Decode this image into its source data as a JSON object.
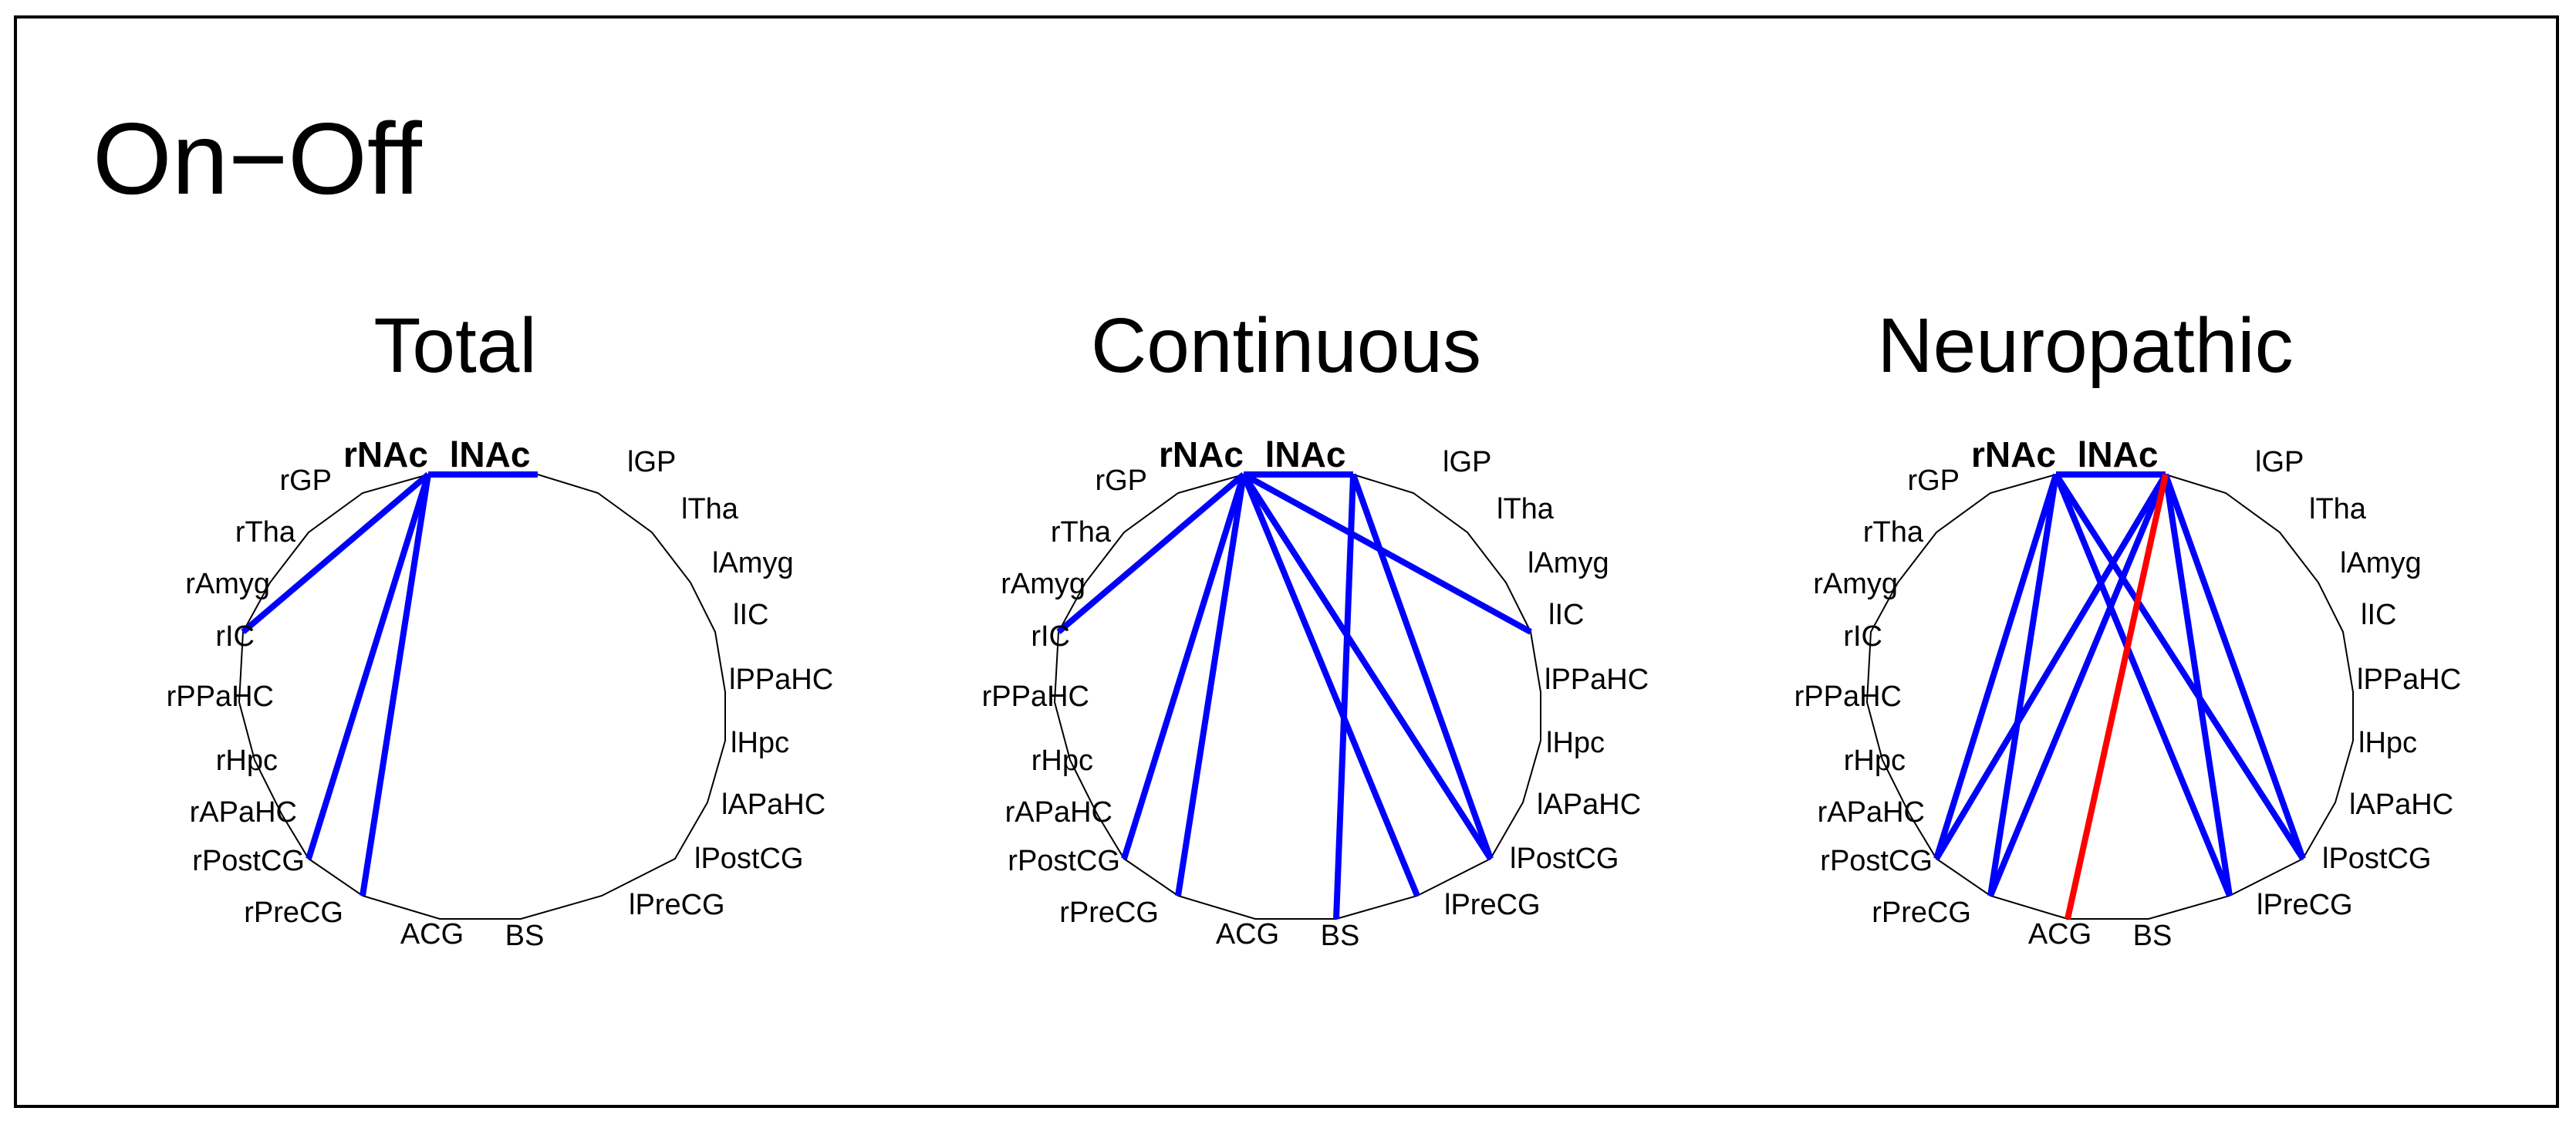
{
  "figure": {
    "title": "On−Off"
  },
  "colors": {
    "decrease": "#0000ff",
    "increase": "#ff0000",
    "outline": "#000000"
  },
  "nodes": [
    "rNAc",
    "lNAc",
    "lGP",
    "lTha",
    "lAmyg",
    "lIC",
    "lPPaHC",
    "lHpc",
    "lAPaHC",
    "lPostCG",
    "lPreCG",
    "BS",
    "ACG",
    "rPreCG",
    "rPostCG",
    "rAPaHC",
    "rHpc",
    "rPPaHC",
    "rIC",
    "rAmyg",
    "rTha",
    "rGP"
  ],
  "panels": [
    {
      "title": "Total",
      "edges": [
        {
          "from": "rNAc",
          "to": "lNAc",
          "color": "decrease"
        },
        {
          "from": "rNAc",
          "to": "rIC",
          "color": "decrease"
        },
        {
          "from": "rNAc",
          "to": "rPostCG",
          "color": "decrease"
        },
        {
          "from": "rNAc",
          "to": "rPreCG",
          "color": "decrease"
        }
      ]
    },
    {
      "title": "Continuous",
      "edges": [
        {
          "from": "rNAc",
          "to": "lNAc",
          "color": "decrease"
        },
        {
          "from": "rNAc",
          "to": "rIC",
          "color": "decrease"
        },
        {
          "from": "rNAc",
          "to": "lIC",
          "color": "decrease"
        },
        {
          "from": "rNAc",
          "to": "rPostCG",
          "color": "decrease"
        },
        {
          "from": "rNAc",
          "to": "rPreCG",
          "color": "decrease"
        },
        {
          "from": "rNAc",
          "to": "lPostCG",
          "color": "decrease"
        },
        {
          "from": "rNAc",
          "to": "lPreCG",
          "color": "decrease"
        },
        {
          "from": "lNAc",
          "to": "BS",
          "color": "decrease"
        },
        {
          "from": "lNAc",
          "to": "lPostCG",
          "color": "decrease"
        }
      ]
    },
    {
      "title": "Neuropathic",
      "edges": [
        {
          "from": "rNAc",
          "to": "lNAc",
          "color": "decrease"
        },
        {
          "from": "rNAc",
          "to": "rPostCG",
          "color": "decrease"
        },
        {
          "from": "rNAc",
          "to": "rPreCG",
          "color": "decrease"
        },
        {
          "from": "rNAc",
          "to": "lPostCG",
          "color": "decrease"
        },
        {
          "from": "rNAc",
          "to": "lPreCG",
          "color": "decrease"
        },
        {
          "from": "lNAc",
          "to": "rPostCG",
          "color": "decrease"
        },
        {
          "from": "lNAc",
          "to": "rPreCG",
          "color": "decrease"
        },
        {
          "from": "lNAc",
          "to": "lPostCG",
          "color": "decrease"
        },
        {
          "from": "lNAc",
          "to": "lPreCG",
          "color": "decrease"
        },
        {
          "from": "lNAc",
          "to": "ACG",
          "color": "increase"
        }
      ]
    }
  ]
}
